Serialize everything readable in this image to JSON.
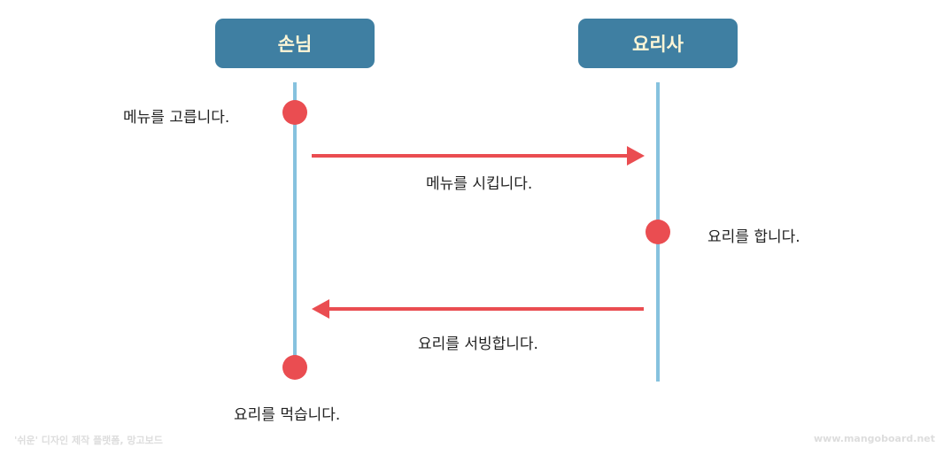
{
  "actors": {
    "left": "손님",
    "right": "요리사"
  },
  "steps": {
    "choose_menu": "메뉴를 고릅니다.",
    "order_menu": "메뉴를 시킵니다.",
    "cook": "요리를 합니다.",
    "serve": "요리를 서빙합니다.",
    "eat": "요리를 먹습니다."
  },
  "footer": {
    "left": "'쉬운' 디자인 제작 플랫폼, 망고보드",
    "right": "www.mangoboard.net"
  },
  "colors": {
    "actor_box": "#3f7fa2",
    "actor_text": "#fff6d6",
    "lifeline": "#86c2de",
    "accent": "#ea4d51"
  }
}
